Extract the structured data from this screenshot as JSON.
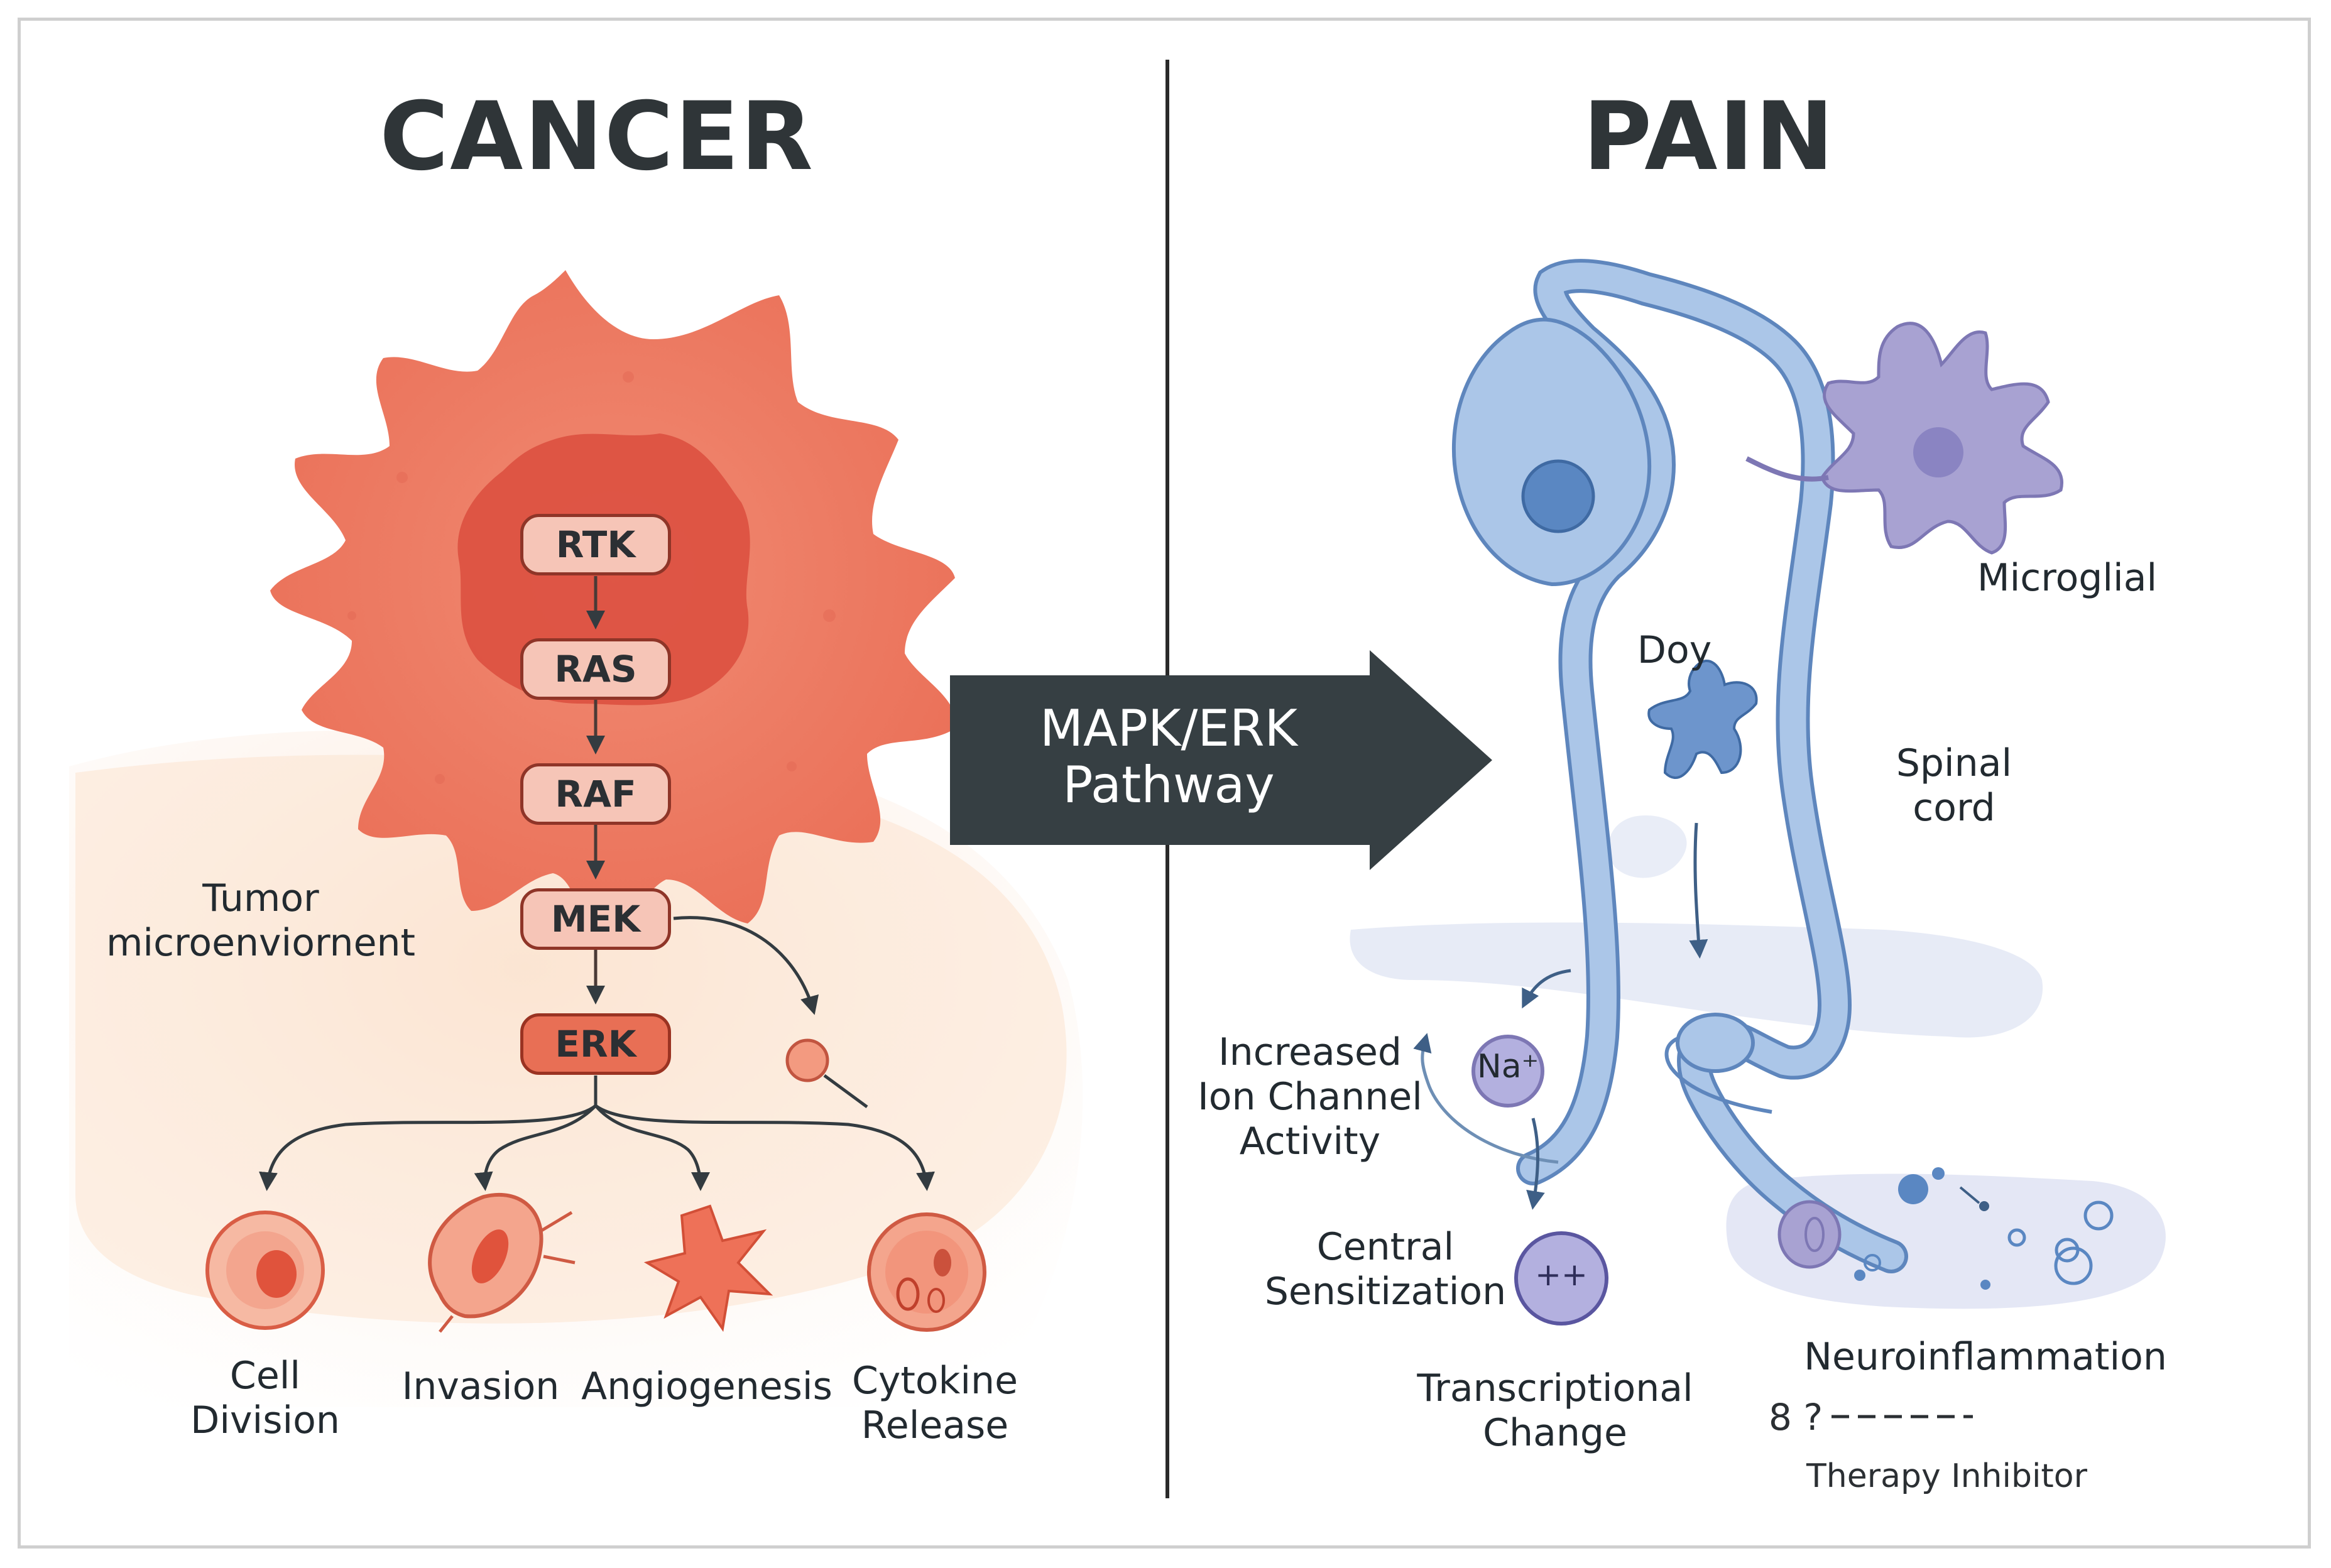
{
  "headings": {
    "left": "CANCER",
    "right": "PAIN"
  },
  "cascade": {
    "rtk": "RTK",
    "ras": "RAS",
    "raf": "RAF",
    "mek": "MEK",
    "erk": "ERK"
  },
  "center_arrow": {
    "line1": "MAPK/ERK",
    "line2": "Pathway"
  },
  "cancer": {
    "microenvironment": {
      "line1": "Tumor",
      "line2": "microenviornent"
    },
    "outcomes": {
      "cell_division": {
        "line1": "Cell",
        "line2": "Division"
      },
      "invasion": "Invasion",
      "angiogenesis": "Angiogenesis",
      "cytokine_release": {
        "line1": "Cytokine",
        "line2": "Release"
      }
    }
  },
  "pain": {
    "microglial": "Microglial",
    "doy": "Doy",
    "spinal_cord": {
      "line1": "Spinal",
      "line2": "cord"
    },
    "ion_channel": {
      "line1": "Increased",
      "line2": "Ion Channel",
      "line3": "Activity"
    },
    "na_ion": "Na⁺",
    "central_sensitization": {
      "line1": "Central",
      "line2": "Sensitization"
    },
    "plus_badge": "++",
    "transcriptional": {
      "line1": "Transcriptional",
      "line2": "Change"
    },
    "neuroinflammation": "Neuroinflammation",
    "therapy_marker": "8 ?",
    "therapy_inhibitor": "Therapy Inhibitor"
  },
  "colors": {
    "cancer_cell": "#ee7a62",
    "cancer_core": "#e25a45",
    "node_fill": "#f6c5b7",
    "erk_fill": "#e86f55",
    "neuron": "#a9c4e6",
    "neuron_stroke": "#5e86bd",
    "microglia": "#a8a2d2",
    "arrow_fill": "#363f43",
    "divider": "#2a2a2a"
  }
}
